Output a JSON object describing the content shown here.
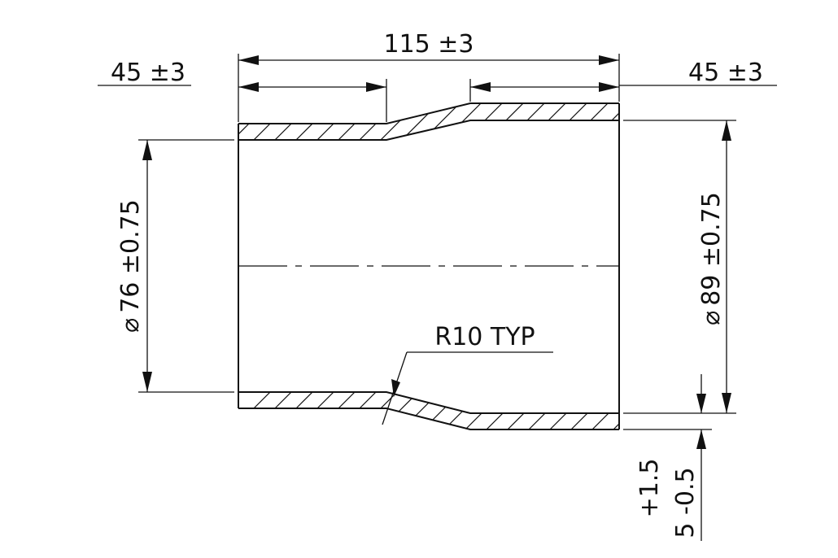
{
  "drawing": {
    "overall_length": "115 ±3",
    "left_length": "45 ±3",
    "right_length": "45 ±3",
    "small_diameter": "76 ±0.75",
    "large_diameter": "89 ±0.75",
    "radius_note": "R10 TYP",
    "wall_upper_tol": "+1.5",
    "wall_lower_tol": "5 -0.5",
    "diameter_symbol": "⌀"
  },
  "colors": {
    "line": "#111111",
    "background": "#ffffff"
  }
}
